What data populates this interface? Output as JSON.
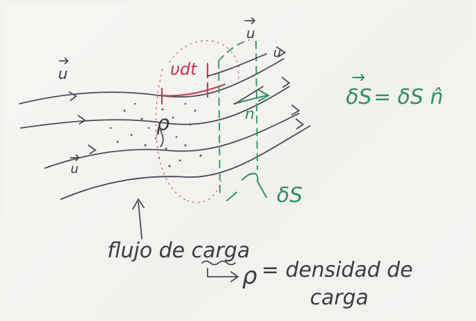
{
  "labels": {
    "velocity_top": "u",
    "velocity_top_right": "u",
    "velocity_left": "u",
    "velocity_lower_left": "u",
    "vdt": "υdt",
    "density_symbol": "ρ",
    "normal_n": "n",
    "area_element": "δS",
    "area_equation_lhs": "δS",
    "area_equation_rhs": "= δS n̂",
    "flux_caption": "flujo de carga",
    "density_arrow_symbol": "ρ",
    "density_definition_line1": "= densidad de",
    "density_definition_line2": "carga"
  },
  "colors": {
    "ink": "#3c3c44",
    "red": "#c2334f",
    "green": "#2f8f5e"
  }
}
